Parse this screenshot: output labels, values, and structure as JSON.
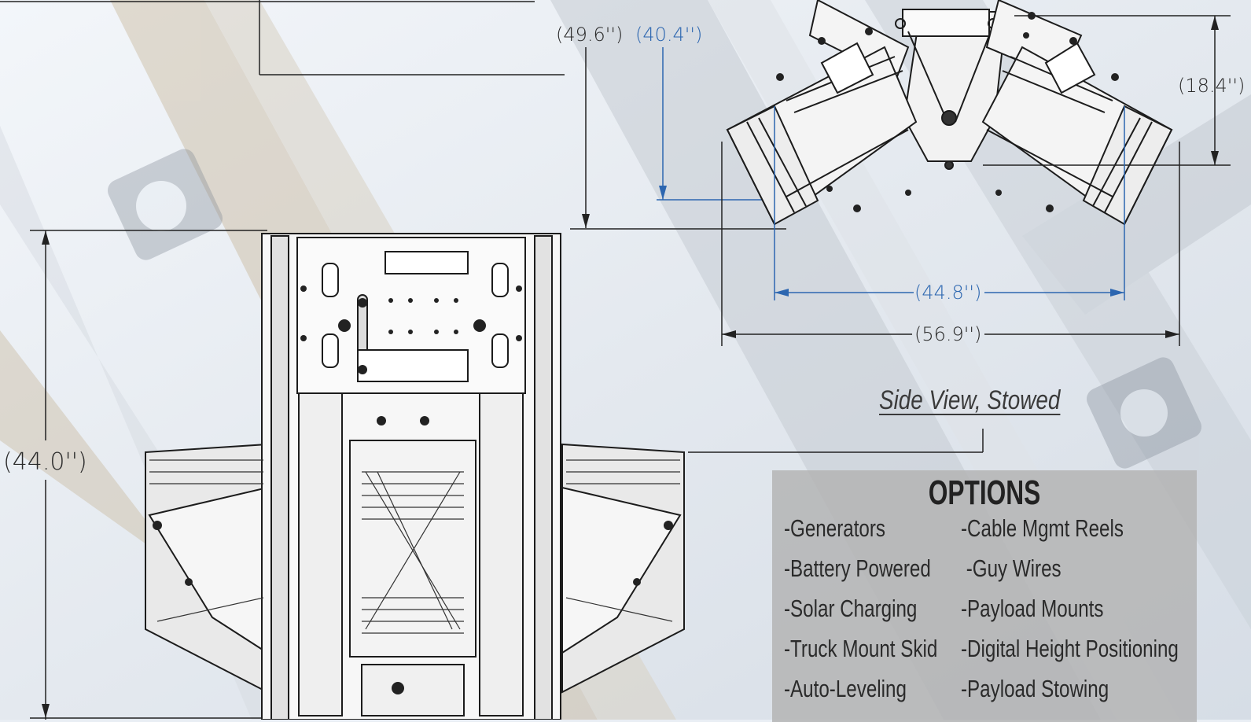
{
  "dimensions": {
    "overall_stowed_length": "(49.6'')",
    "inner_length": "(40.4'')",
    "height_side": "(18.4'')",
    "inner_width": "(44.8'')",
    "overall_width": "(56.9'')",
    "front_height": "(44.0'')"
  },
  "caption": "Side View, Stowed",
  "options": {
    "title": "OPTIONS",
    "left": [
      "-Generators",
      "-Battery Powered",
      "-Solar Charging",
      "-Truck Mount Skid",
      "-Auto-Leveling"
    ],
    "right": [
      "-Cable Mgmt Reels",
      " -Guy Wires",
      "-Payload Mounts",
      "-Digital Height Positioning",
      "-Payload Stowing"
    ]
  },
  "colors": {
    "dimension_blue": "#2c66b0",
    "dimension_black": "#2b2b2b",
    "options_panel": "#b2b2b2"
  }
}
